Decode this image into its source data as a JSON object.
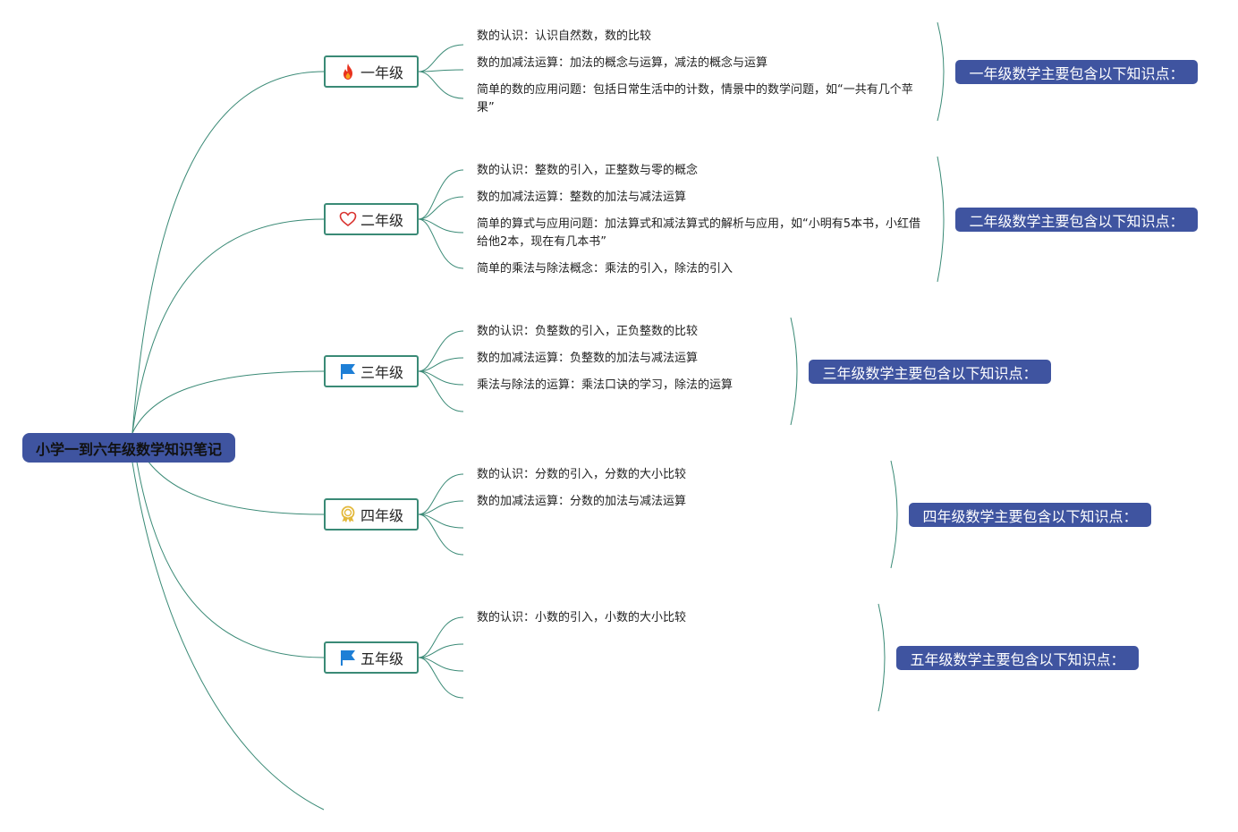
{
  "root": {
    "label": "小学一到六年级数学知识笔记"
  },
  "colors": {
    "line": "#3a8a76",
    "root_bg": "#3f54a0",
    "summary_bg": "#3f54a0",
    "fire": "#e8321e",
    "heart": "#d9332f",
    "flag": "#1e7fd6",
    "medal": "#e3b83a"
  },
  "grades": [
    {
      "label": "一年级",
      "icon": "fire-icon",
      "items": [
        "数的认识：认识自然数，数的比较",
        "数的加减法运算：加法的概念与运算，减法的概念与运算",
        "简单的数的应用问题：包括日常生活中的计数，情景中的数学问题，如“一共有几个苹果”"
      ],
      "summary": "一年级数学主要包含以下知识点："
    },
    {
      "label": "二年级",
      "icon": "heart-icon",
      "items": [
        "数的认识：整数的引入，正整数与零的概念",
        "数的加减法运算：整数的加法与减法运算",
        "简单的算式与应用问题：加法算式和减法算式的解析与应用，如“小明有5本书，小红借给他2本，现在有几本书”",
        "简单的乘法与除法概念：乘法的引入，除法的引入"
      ],
      "summary": "二年级数学主要包含以下知识点："
    },
    {
      "label": "三年级",
      "icon": "flag-icon",
      "items": [
        "数的认识：负整数的引入，正负整数的比较",
        "数的加减法运算：负整数的加法与减法运算",
        "乘法与除法的运算：乘法口诀的学习，除法的运算"
      ],
      "summary": "三年级数学主要包含以下知识点："
    },
    {
      "label": "四年级",
      "icon": "medal-icon",
      "items": [
        "数的认识：分数的引入，分数的大小比较",
        "数的加减法运算：分数的加法与减法运算"
      ],
      "summary": "四年级数学主要包含以下知识点："
    },
    {
      "label": "五年级",
      "icon": "flag-icon",
      "items": [
        "数的认识：小数的引入，小数的大小比较"
      ],
      "summary": "五年级数学主要包含以下知识点："
    }
  ]
}
